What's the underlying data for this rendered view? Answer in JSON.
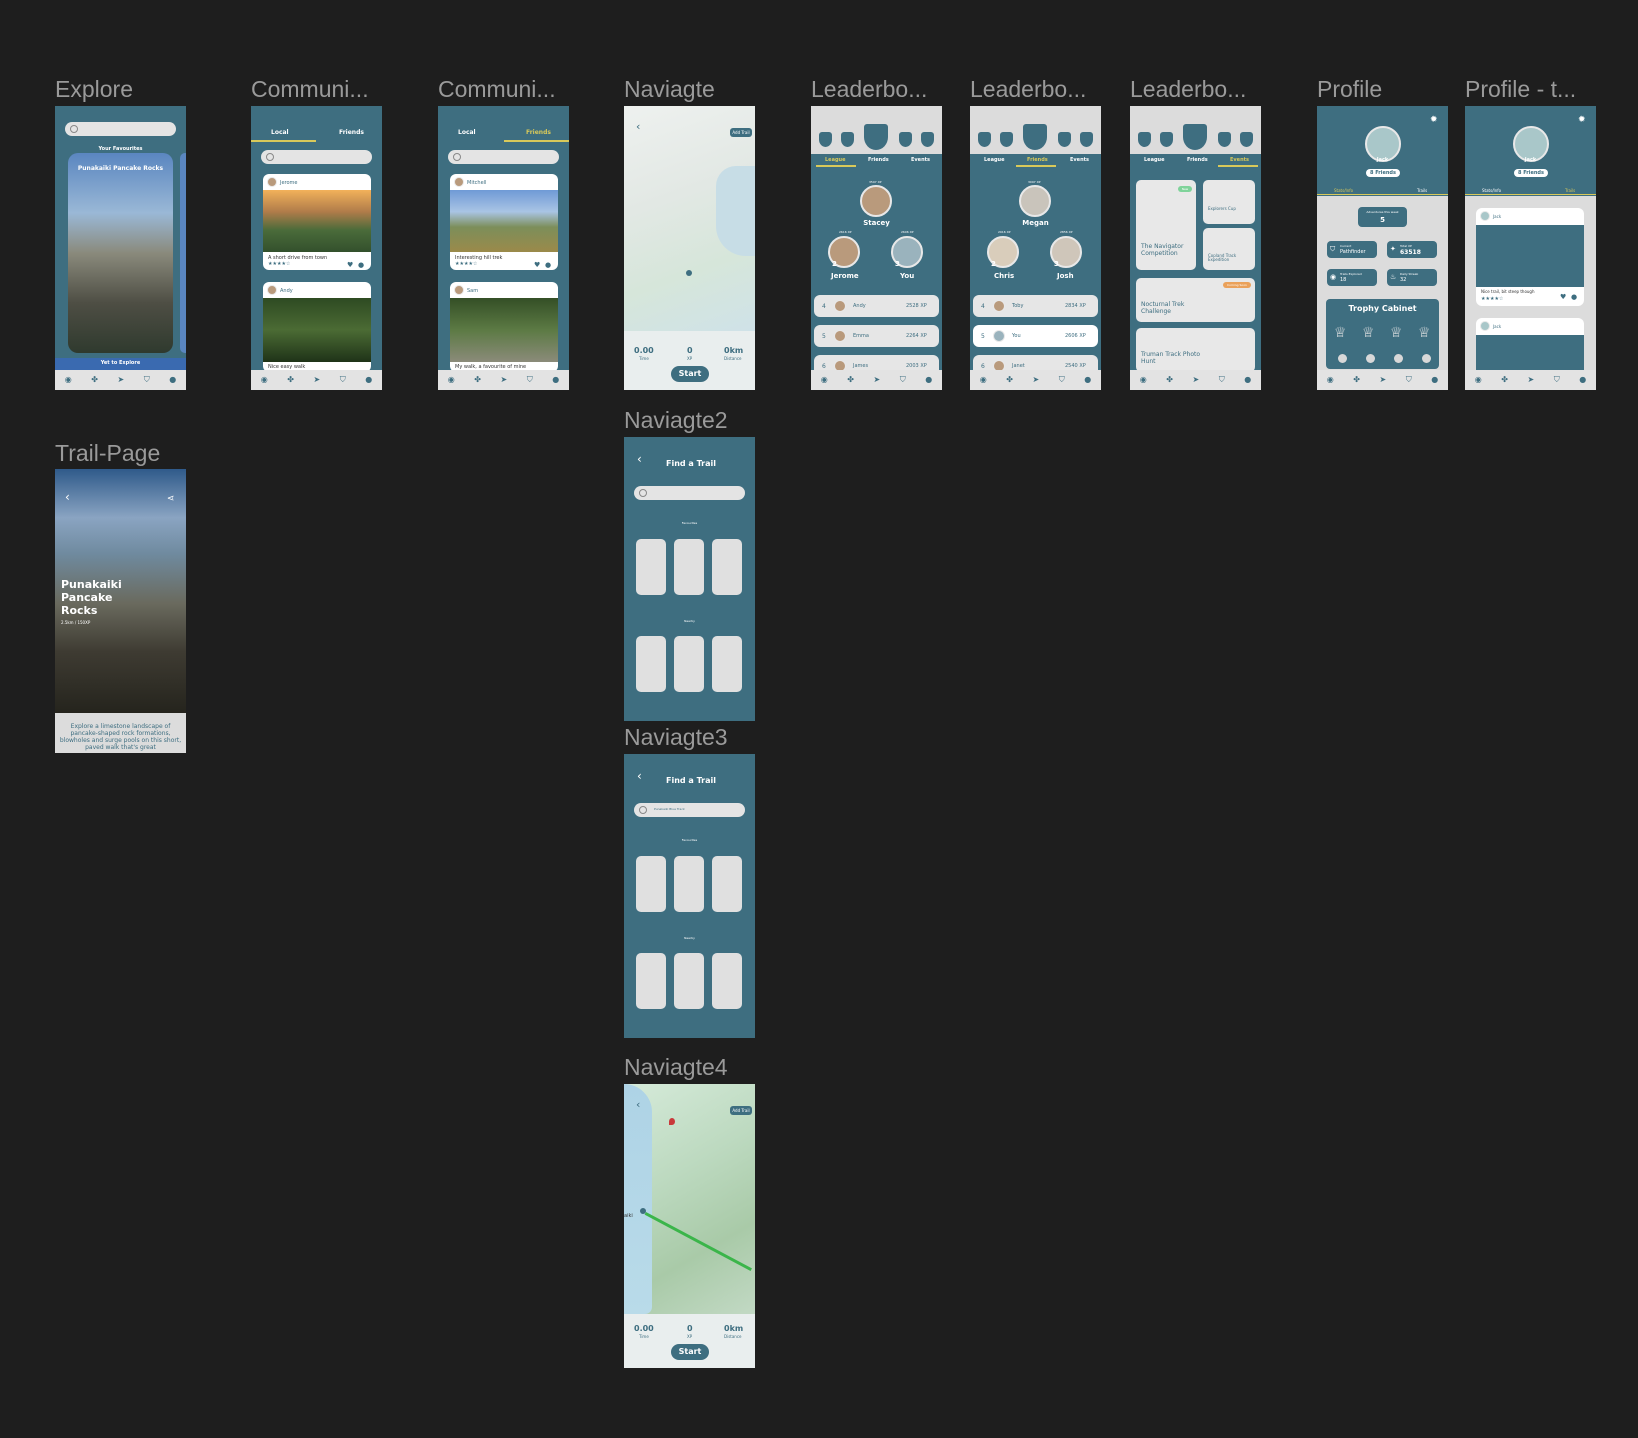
{
  "frames": {
    "explore": {
      "label": "Explore",
      "heading": "Your Favourites",
      "card_title": "Punakaiki Pancake Rocks",
      "footer": "Yet to Explore"
    },
    "community_local": {
      "label": "Communi...",
      "tabs": [
        "Local",
        "Friends"
      ],
      "posts": [
        {
          "user": "Jerome",
          "caption": "A short drive from town"
        },
        {
          "user": "Andy",
          "caption": "Nice easy walk"
        }
      ]
    },
    "community_friends": {
      "label": "Communi...",
      "tabs": [
        "Local",
        "Friends"
      ],
      "posts": [
        {
          "user": "Mitchell",
          "caption": "Interesting hill trek"
        },
        {
          "user": "Sam",
          "caption": "My walk, a favourite of mine"
        }
      ]
    },
    "navigate": {
      "label": "Naviagte",
      "add_trail": "Add Trail",
      "stats": [
        {
          "value": "0.00",
          "label": "Time"
        },
        {
          "value": "0",
          "label": "XP"
        },
        {
          "value": "0km",
          "label": "Distance"
        }
      ],
      "start": "Start"
    },
    "navigate2": {
      "label": "Naviagte2",
      "title": "Find a Trail",
      "section1": "Favourites",
      "section2": "Nearby"
    },
    "navigate3": {
      "label": "Naviagte3",
      "title": "Find a Trail",
      "search_value": "Punakaiki Blue Track",
      "section1": "Favourites",
      "section2": "Nearby"
    },
    "navigate4": {
      "label": "Naviagte4",
      "add_trail": "Add Trail",
      "map_label": "aiki",
      "stats": [
        {
          "value": "0.00",
          "label": "Time"
        },
        {
          "value": "0",
          "label": "XP"
        },
        {
          "value": "0km",
          "label": "Distance"
        }
      ],
      "start": "Start"
    },
    "leaderboard_league": {
      "label": "Leaderbo...",
      "tabs": [
        "League",
        "Friends",
        "Events"
      ],
      "first": {
        "name": "Stacey",
        "xp": "3597 XP"
      },
      "second": {
        "name": "Jerome",
        "xp": "2616 XP",
        "rank": "2"
      },
      "third": {
        "name": "You",
        "xp": "2606 XP",
        "rank": "3"
      },
      "rows": [
        {
          "rank": "4",
          "name": "Andy",
          "xp": "2528 XP"
        },
        {
          "rank": "5",
          "name": "Emma",
          "xp": "2264 XP"
        },
        {
          "rank": "6",
          "name": "James",
          "xp": "2003 XP"
        }
      ]
    },
    "leaderboard_friends": {
      "label": "Leaderbo...",
      "tabs": [
        "League",
        "Friends",
        "Events"
      ],
      "first": {
        "name": "Megan",
        "xp": "3097 XP"
      },
      "second": {
        "name": "Chris",
        "xp": "2916 XP",
        "rank": "2"
      },
      "third": {
        "name": "Josh",
        "xp": "2856 XP",
        "rank": "3"
      },
      "rows": [
        {
          "rank": "4",
          "name": "Toby",
          "xp": "2834 XP"
        },
        {
          "rank": "5",
          "name": "You",
          "xp": "2606 XP"
        },
        {
          "rank": "6",
          "name": "Janet",
          "xp": "2540 XP"
        }
      ]
    },
    "leaderboard_events": {
      "label": "Leaderbo...",
      "tabs": [
        "League",
        "Friends",
        "Events"
      ],
      "badge_new": "New",
      "badge_soon": "Coming Soon",
      "events": [
        "The Navigator Competition",
        "Explorers Cup",
        "Copland Track Expedition",
        "Nocturnal Trek Challenge",
        "Truman Track Photo Hunt"
      ]
    },
    "profile": {
      "label": "Profile",
      "name": "Jack",
      "friends": "8 Friends",
      "tabs": [
        "Stats/Info",
        "Trails"
      ],
      "adventures_label": "Adventures this week",
      "adventures_value": "5",
      "stats": [
        {
          "label": "Current",
          "value": "Pathfinder"
        },
        {
          "label": "Total XP",
          "value": "63518"
        },
        {
          "label": "Trails Explored",
          "value": "18"
        },
        {
          "label": "Daily Streak",
          "value": "32"
        }
      ],
      "trophy": "Trophy Cabinet"
    },
    "profile_trails": {
      "label": "Profile - t...",
      "name": "Jack",
      "friends": "8 Friends",
      "tabs": [
        "Stats/Info",
        "Trails"
      ],
      "posts": [
        {
          "user": "Jack",
          "caption": "Nice trail, bit steep though"
        },
        {
          "user": "Jack",
          "caption": ""
        }
      ]
    },
    "trail_page": {
      "label": "Trail-Page",
      "title": "Punakaiki Pancake Rocks",
      "subtitle": "2.5km / 150XP",
      "description": "Explore a limestone landscape of pancake-shaped rock formations, blowholes and surge pools on this short, paved walk that's great"
    }
  },
  "colors": {
    "canvas": "#1e1e1e",
    "teal": "#3e6e80",
    "accent": "#d8c95a",
    "label": "#9a9a9a"
  }
}
